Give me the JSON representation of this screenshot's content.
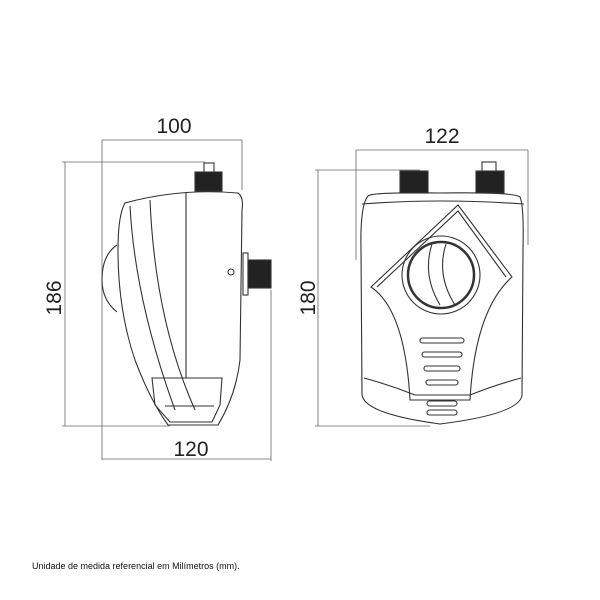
{
  "side_view": {
    "width_top": "100",
    "width_bottom": "120",
    "height": "186"
  },
  "front_view": {
    "width": "122",
    "height": "180"
  },
  "footnote": "Unidade de medida referencial em Milímetros (mm).",
  "colors": {
    "line": "#333333",
    "dim_line": "#555555"
  }
}
